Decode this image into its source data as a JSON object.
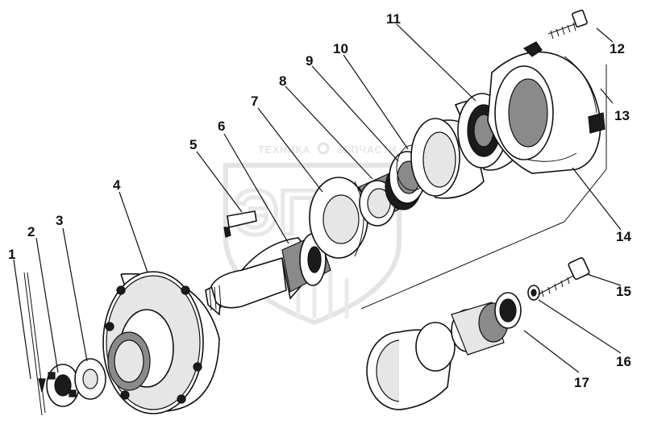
{
  "watermark": {
    "brand_left": "ТЕХНИКА",
    "brand_right": "ЗАПЧАСТИ",
    "emblem_letters": "ЭПФ"
  },
  "callouts": [
    {
      "id": "1",
      "label": "1"
    },
    {
      "id": "2",
      "label": "2"
    },
    {
      "id": "3",
      "label": "3"
    },
    {
      "id": "4",
      "label": "4"
    },
    {
      "id": "5",
      "label": "5"
    },
    {
      "id": "6",
      "label": "6"
    },
    {
      "id": "7",
      "label": "7"
    },
    {
      "id": "8",
      "label": "8"
    },
    {
      "id": "9",
      "label": "9"
    },
    {
      "id": "10",
      "label": "10"
    },
    {
      "id": "11",
      "label": "11"
    },
    {
      "id": "12",
      "label": "12"
    },
    {
      "id": "13",
      "label": "13"
    },
    {
      "id": "14",
      "label": "14"
    },
    {
      "id": "15",
      "label": "15"
    },
    {
      "id": "16",
      "label": "16"
    },
    {
      "id": "17",
      "label": "17"
    }
  ]
}
